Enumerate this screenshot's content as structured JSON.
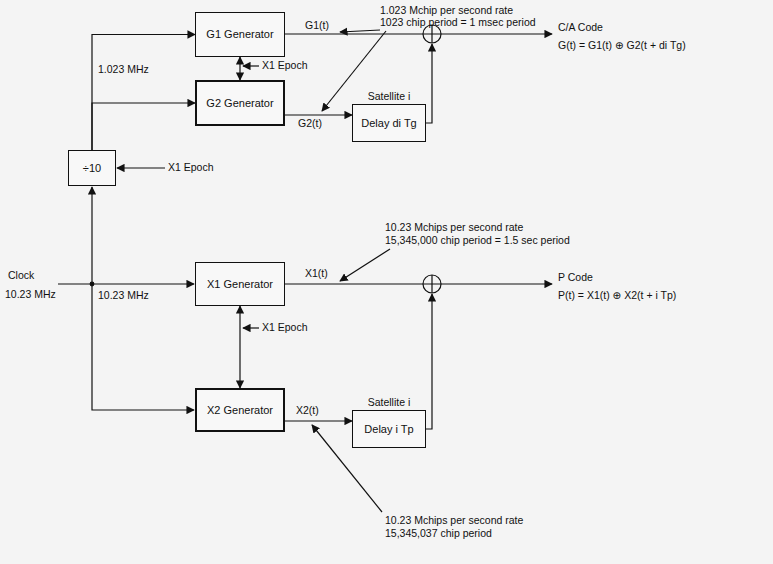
{
  "diagram": {
    "nodes": [
      {
        "text": [
          "G1 Generator"
        ]
      },
      {
        "text": [
          "G2 Generator"
        ]
      },
      {
        "text": [
          "Satellite i",
          "Delay di Tg"
        ]
      },
      {
        "text": [
          "÷10"
        ]
      },
      {
        "text": [
          "X1 Generator"
        ]
      },
      {
        "text": [
          "X2 Generator"
        ]
      },
      {
        "text": [
          "Satellite i",
          "Delay i Tp"
        ]
      }
    ],
    "edges": [
      {
        "from": 0,
        "to": 1,
        "arrow": "both"
      },
      {
        "from": 1,
        "to": 2,
        "arrow": "to"
      },
      {
        "from": 3,
        "to": 0,
        "arrow": "to"
      },
      {
        "from": 3,
        "to": 1,
        "arrow": "to"
      },
      {
        "from": 4,
        "to": 5,
        "arrow": "both"
      },
      {
        "from": 5,
        "to": 6,
        "arrow": "to"
      }
    ],
    "labels": [
      "1.023 Mchip per second rate",
      "1023 chip period = 1 msec period",
      "G1(t)",
      "C/A Code",
      "G(t) = G1(t) ⊕ G2(t + di Tg)",
      "X1 Epoch",
      "1.023 MHz",
      "G2(t)",
      "X1 Epoch",
      "10.23 Mchips per second rate",
      "15,345,000 chip period = 1.5 sec period",
      "Clock",
      "10.23 MHz",
      "X1(t)",
      "P Code",
      "P(t) = X1(t) ⊕ X2(t + i Tp)",
      "10.23 MHz",
      "X1 Epoch",
      "X2(t)",
      "10.23 Mchips per second rate",
      "15,345,037 chip period"
    ]
  }
}
